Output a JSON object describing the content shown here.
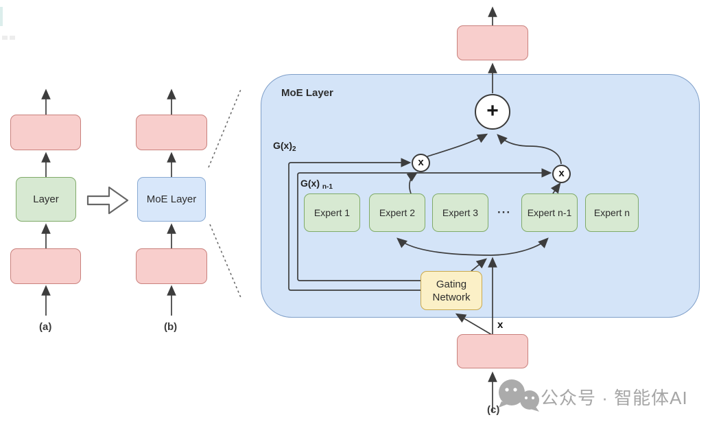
{
  "figure": {
    "panel_a": {
      "label": "(a)",
      "layer_box": "Layer"
    },
    "panel_b": {
      "label": "(b)",
      "moe_box": "MoE Layer"
    },
    "panel_c": {
      "label": "(c)",
      "container_title": "MoE Layer",
      "gate_signal_outer": {
        "base": "G(x)",
        "sub": "2"
      },
      "gate_signal_inner": {
        "base": "G(x)",
        "sub": "n-1"
      },
      "experts": [
        "Expert 1",
        "Expert 2",
        "Expert 3",
        "Expert n-1",
        "Expert n"
      ],
      "ellipsis": "···",
      "gating_network": "Gating Network",
      "sum_operator": "+",
      "multiply_operator": "x",
      "input_label": "x"
    }
  },
  "watermark": {
    "brand_text": "公众号 · 智能体AI"
  },
  "colors": {
    "pink_fill": "#f8cecc",
    "pink_border": "#c9807c",
    "green_fill": "#d7e9d2",
    "green_border": "#7faa68",
    "blue_fill": "#d8e7fa",
    "blue_border": "#88a9d2",
    "container_fill": "#d4e4f8",
    "container_border": "#7e9ec8",
    "yellow_fill": "#fbf0c7",
    "yellow_border": "#c9a84c",
    "line": "#3d3d3d",
    "watermark_gray": "#a6a6a6"
  }
}
